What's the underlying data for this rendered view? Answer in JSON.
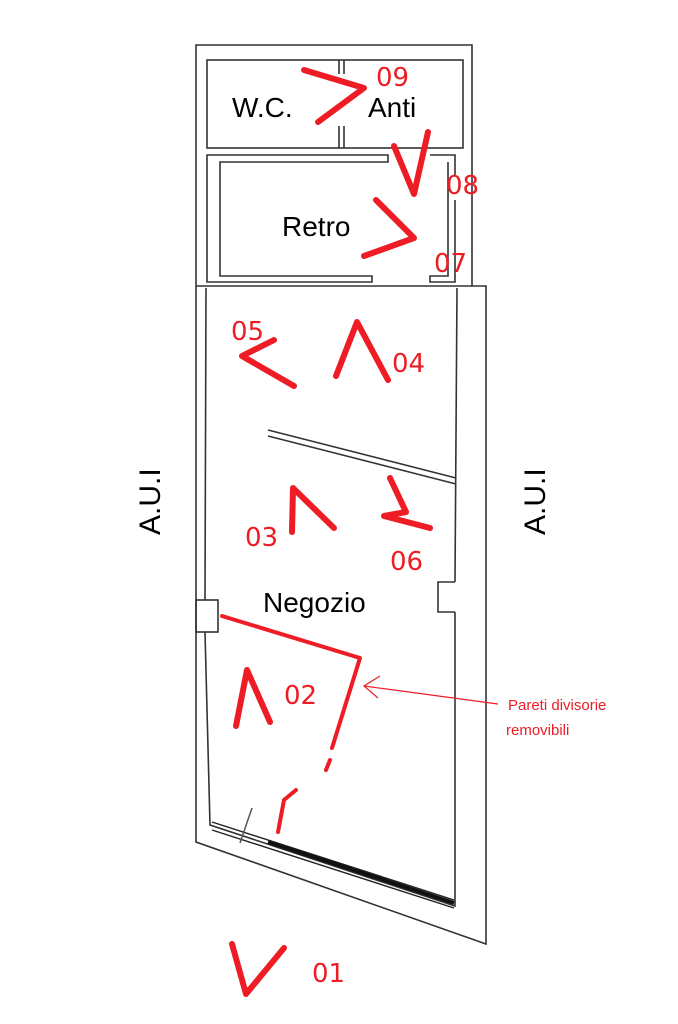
{
  "rooms": {
    "wc": "W.C.",
    "anti": "Anti",
    "retro": "Retro",
    "negozio": "Negozio"
  },
  "sides": {
    "left": "A.U.I",
    "right": "A.U.I"
  },
  "steps": [
    "01",
    "02",
    "03",
    "04",
    "05",
    "06",
    "07",
    "08",
    "09"
  ],
  "note": {
    "line1": "Pareti divisorie",
    "line2": "removibili"
  },
  "colors": {
    "annotation": "#ee1c24",
    "walls": "#333333"
  }
}
